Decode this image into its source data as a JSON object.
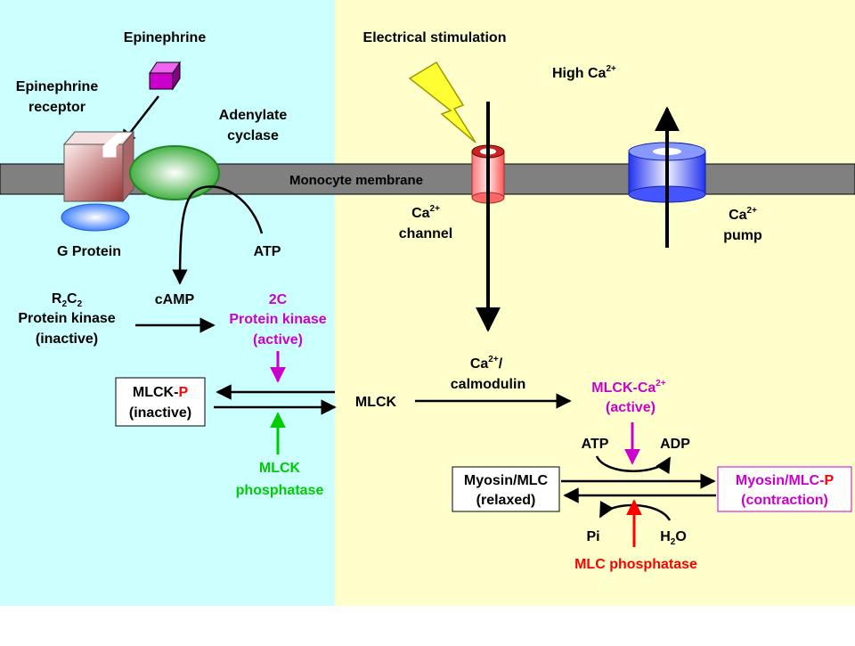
{
  "labels": {
    "epinephrine": "Epinephrine",
    "receptor_line1": "Epinephrine",
    "receptor_line2": "receptor",
    "adenylate_line1": "Adenylate",
    "adenylate_line2": "cyclase",
    "electrical": "Electrical stimulation",
    "high_ca": "High Ca",
    "ca_sup": "2+",
    "membrane": "Monocyte membrane",
    "channel_ca": "Ca",
    "channel_word": "channel",
    "pump_ca": "Ca",
    "pump_word": "pump",
    "g_protein": "G Protein",
    "atp_top": "ATP",
    "r2c2_r": "R",
    "r2c2_c": "C",
    "sub2": "2",
    "pk_inactive_line1": "Protein kinase",
    "pk_inactive_line2": "(inactive)",
    "camp": "cAMP",
    "pk_active_line0": "2C",
    "pk_active_line1": "Protein kinase",
    "pk_active_line2": "(active)",
    "mlckp_box_line1_prefix": "MLCK-",
    "p_letter": "P",
    "mlckp_box_line2": "(inactive)",
    "mlck": "MLCK",
    "calmodulin_ca": "Ca",
    "calmodulin_slash": "/",
    "calmodulin_word": "calmodulin",
    "mlck_ca_active_line1": "MLCK-Ca",
    "mlck_ca_active_line2": "(active)",
    "mlck_phosphatase_line1": "MLCK",
    "mlck_phosphatase_line2": "phosphatase",
    "atp_bottom": "ATP",
    "adp": "ADP",
    "myosin_relaxed_line1": "Myosin/MLC",
    "myosin_relaxed_line2": "(relaxed)",
    "myosin_contraction_line1_prefix": "Myosin/MLC-",
    "myosin_contraction_line2": "(contraction)",
    "pi": "Pi",
    "h2o_h": "H",
    "h2o_o": "O",
    "mlc_phosphatase": "MLC phosphatase"
  },
  "colors": {
    "left_bg": "#ccffff",
    "right_bg": "#ffffcc",
    "membrane": "#808080",
    "magenta": "#cc00cc",
    "green": "#00cc00",
    "red": "#ff0000",
    "text": "#000000"
  }
}
